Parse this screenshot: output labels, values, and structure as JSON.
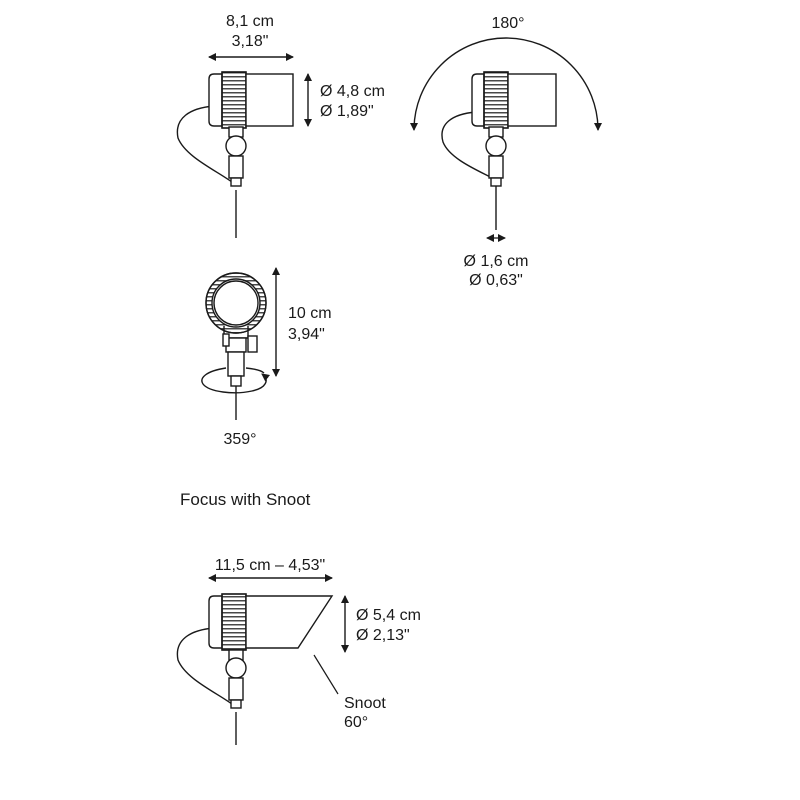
{
  "top_left": {
    "width_cm": "8,1 cm",
    "width_in": "3,18\"",
    "diameter_cm": "Ø 4,8 cm",
    "diameter_in": "Ø 1,89\""
  },
  "top_right": {
    "tilt": "180°",
    "stem_cm": "Ø 1,6 cm",
    "stem_in": "Ø 0,63\""
  },
  "front": {
    "height_cm": "10 cm",
    "height_in": "3,94\"",
    "rotation": "359°"
  },
  "snoot_section": {
    "title": "Focus with Snoot",
    "length": "11,5 cm – 4,53\"",
    "diameter_cm": "Ø 5,4 cm",
    "diameter_in": "Ø 2,13\"",
    "snoot_label": "Snoot",
    "snoot_angle": "60°"
  }
}
